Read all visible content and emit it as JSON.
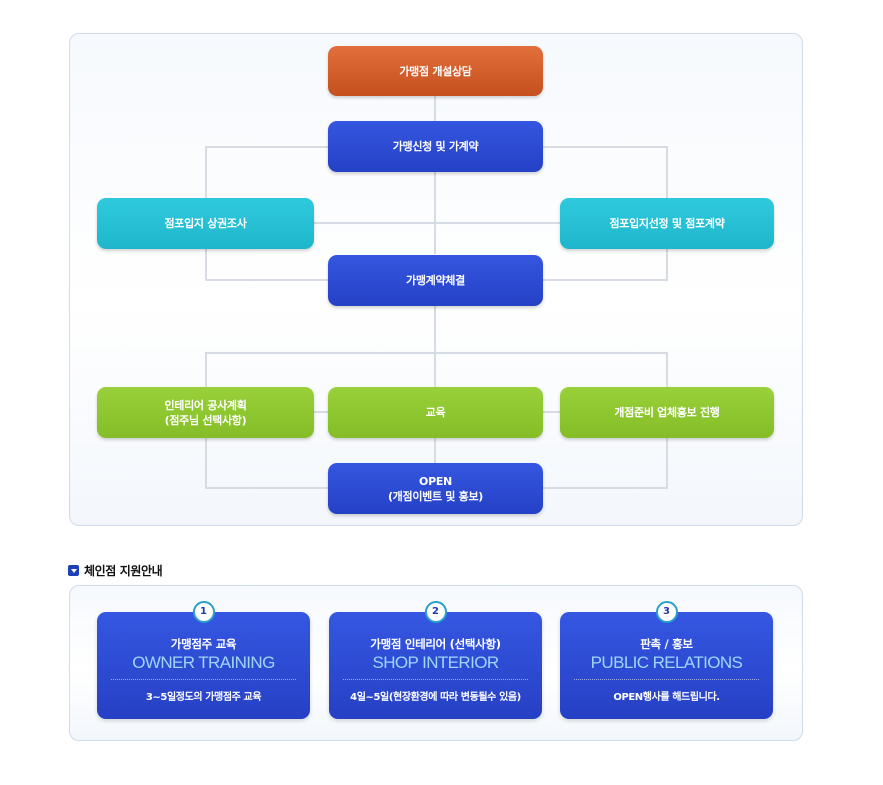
{
  "flow": {
    "consult": "가맹점 개설상담",
    "apply": "가맹신청 및 가계약",
    "survey": "점포입지 상권조사",
    "select_store": "점포입지선정 및 점포계약",
    "contract": "가맹계약체결",
    "interior": "인테리어 공사계획\n(점주님 선택사항)",
    "education": "교육",
    "promo": "개점준비 업체홍보 진행",
    "open": "OPEN\n(개점이벤트 및 홍보)"
  },
  "support": {
    "title": "체인점 지원안내",
    "cards": [
      {
        "number": "1",
        "title": "가맹점주 교육",
        "english": "OWNER TRAINING",
        "desc": "3~5일정도의 가맹점주 교육"
      },
      {
        "number": "2",
        "title": "가맹점 인테리어 (선택사항)",
        "english": "SHOP INTERIOR",
        "desc": "4일~5일(현장환경에 따라 변동될수 있음)"
      },
      {
        "number": "3",
        "title": "판촉 / 홍보",
        "english": "PUBLIC RELATIONS",
        "desc": "OPEN행사를 해드립니다."
      }
    ]
  },
  "colors": {
    "orange": "#d35f2c",
    "blue": "#2d4ad4",
    "cyan": "#27c0d6",
    "green": "#8fc731",
    "connector": "#d6dbe4"
  },
  "icons": {
    "section": "square-arrow-icon"
  }
}
